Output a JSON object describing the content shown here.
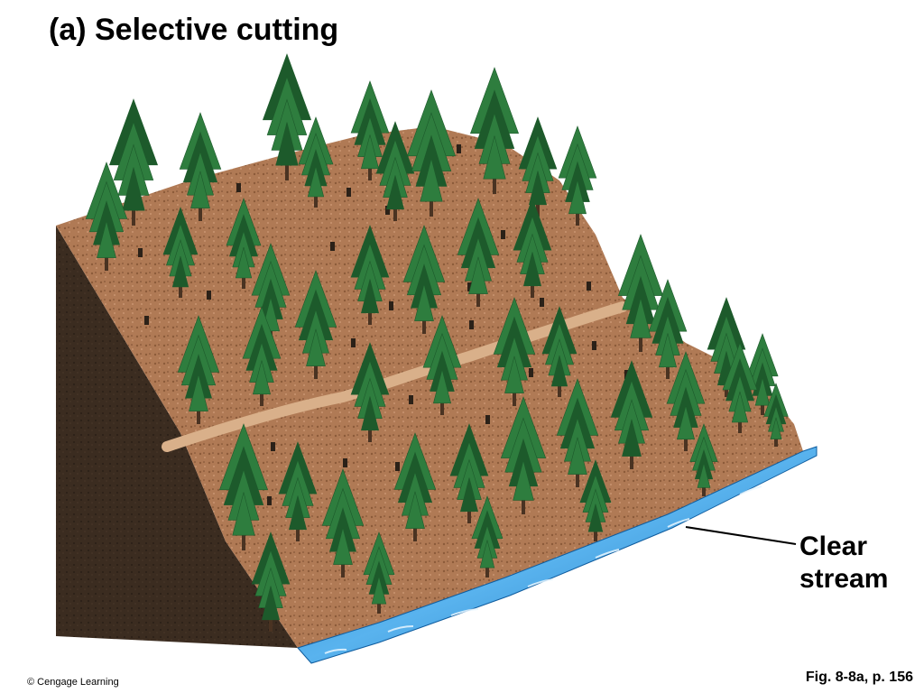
{
  "title": "(a) Selective cutting",
  "label": {
    "line1": "Clear",
    "line2": "stream"
  },
  "credit": "© Cengage Learning",
  "figure_ref": "Fig. 8-8a, p. 156",
  "colors": {
    "soil": "#b07a55",
    "soil_cross_section": "#3b2c20",
    "tree": "#2e7d3e",
    "tree_dark": "#1d5a2b",
    "stream": "#2b8ed6",
    "road": "#cfa37d"
  }
}
